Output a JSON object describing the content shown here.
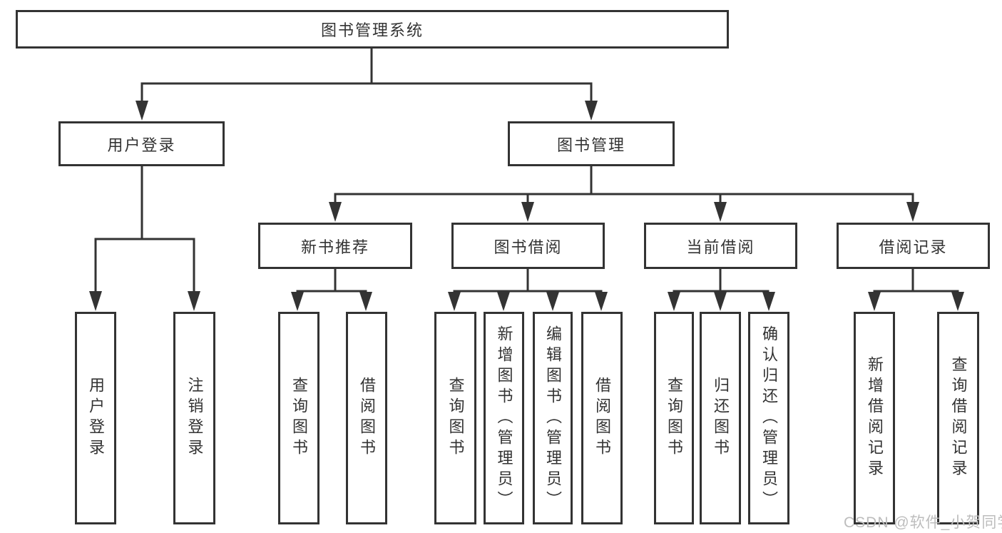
{
  "colors": {
    "line": "#333333",
    "text": "#333333",
    "background": "#ffffff",
    "watermark": "#bdbdbd"
  },
  "tree": {
    "root": {
      "label": "图书管理系统"
    },
    "branches": [
      {
        "label": "用户登录",
        "leaves": [
          {
            "label": "用户登录"
          },
          {
            "label": "注销登录"
          }
        ]
      },
      {
        "label": "图书管理",
        "groups": [
          {
            "label": "新书推荐",
            "leaves": [
              {
                "label": "查询图书"
              },
              {
                "label": "借阅图书"
              }
            ]
          },
          {
            "label": "图书借阅",
            "leaves": [
              {
                "label": "查询图书"
              },
              {
                "label": "新增图书（管理员）"
              },
              {
                "label": "编辑图书（管理员）"
              },
              {
                "label": "借阅图书"
              }
            ]
          },
          {
            "label": "当前借阅",
            "leaves": [
              {
                "label": "查询图书"
              },
              {
                "label": "归还图书"
              },
              {
                "label": "确认归还（管理员）"
              }
            ]
          },
          {
            "label": "借阅记录",
            "leaves": [
              {
                "label": "新增借阅记录"
              },
              {
                "label": "查询借阅记录"
              }
            ]
          }
        ]
      }
    ]
  },
  "watermark": {
    "text": "CSDN @软件_小贺同学"
  }
}
